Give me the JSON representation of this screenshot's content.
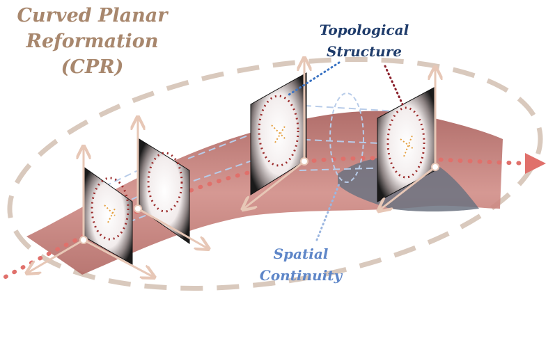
{
  "labels": {
    "cpr": {
      "lines": [
        "Curved Planar",
        "Reformation",
        "(CPR)"
      ]
    },
    "topology": {
      "lines": [
        "Topological",
        "Structure"
      ]
    },
    "spatial": {
      "lines": [
        "Spatial",
        "Continuity"
      ]
    }
  },
  "colors": {
    "cpr_text": "#a8876d",
    "cpr_ellipse": "#d9c9bd",
    "topology_text": "#1f3c6b",
    "spatial_text": "#5e86c8",
    "vessel": "#c77b76",
    "centerline": "#e0706b",
    "axis_arrow": "#e7c7b6",
    "connector": "#b8cce9"
  },
  "icons": [
    "cpr-ellipse-icon",
    "vessel-tube-icon",
    "cross-section-plane-icon",
    "centerline-arrow-icon"
  ]
}
